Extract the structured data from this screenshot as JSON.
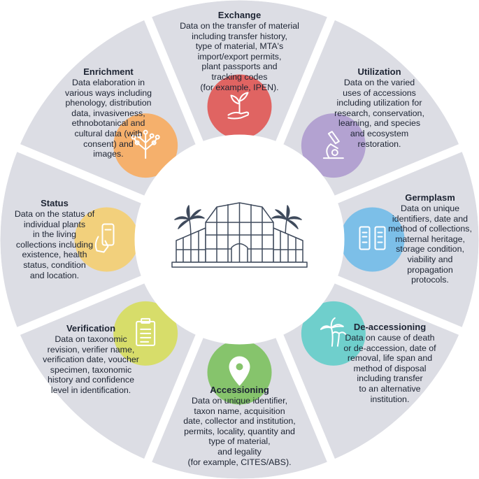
{
  "segments": [
    {
      "id": "exchange",
      "title": "Exchange",
      "lines": [
        "Data on the transfer of material",
        "including transfer history,",
        "type of material, MTA's",
        "import/export permits,",
        "plant passports and",
        "tracking codes",
        "(for example, IPEN)."
      ],
      "color": "#e06462",
      "icon": "hand-seedling-icon"
    },
    {
      "id": "utilization",
      "title": "Utilization",
      "lines": [
        "Data on the varied",
        "uses of accessions",
        "including utilization for",
        "research, conservation,",
        "learning, and species",
        "and ecosystem",
        "restoration."
      ],
      "color": "#b3a2d1",
      "icon": "microscope-icon"
    },
    {
      "id": "germplasm",
      "title": "Germplasm",
      "lines": [
        "Data on unique",
        "identifiers, date and",
        "method of collections,",
        "maternal heritage,",
        "storage condition,",
        "viability and",
        "propagation",
        "protocols."
      ],
      "color": "#7cbfe8",
      "icon": "seed-packets-icon"
    },
    {
      "id": "de-accessioning",
      "title": "De-accessioning",
      "lines": [
        "Data on cause of death",
        "or de-accession, date of",
        "removal, life span and",
        "method of disposal",
        "including transfer",
        "to an alternative",
        "institution."
      ],
      "color": "#6fcfcc",
      "icon": "palm-tree-icon"
    },
    {
      "id": "accessioning",
      "title": "Accessioning",
      "lines": [
        "Data on unique identifier,",
        "taxon name, acquisition",
        "date, collector and institution,",
        "permits, locality, quantity and",
        "type of material,",
        "and legality",
        "(for example, CITES/ABS)."
      ],
      "color": "#86c46c",
      "icon": "map-pin-icon"
    },
    {
      "id": "verification",
      "title": "Verification",
      "lines": [
        "Data on taxonomic",
        "revision, verifier name,",
        "verification date, voucher",
        "specimen, taxonomic",
        "history and confidence",
        "level in identification."
      ],
      "color": "#d7dd6a",
      "icon": "clipboard-icon"
    },
    {
      "id": "status",
      "title": "Status",
      "lines": [
        "Data on the status of",
        "individual plants",
        "in the living",
        "collections including",
        "existence, health",
        "status, condition",
        "and location."
      ],
      "color": "#f2d07c",
      "icon": "phone-in-hand-icon"
    },
    {
      "id": "enrichment",
      "title": "Enrichment",
      "lines": [
        "Data elaboration in",
        "various ways including",
        "phenology, distribution",
        "data, invasiveness,",
        "ethnobotanical and",
        "cultural data (with",
        "consent) and",
        "images."
      ],
      "color": "#f5b06c",
      "icon": "branching-tree-icon"
    }
  ],
  "colors": {
    "segment_fill": "#dcdde4",
    "gap": "#ffffff",
    "icon_stroke": "#ffffff",
    "center_stroke": "#3f4a5c"
  },
  "center_icon": "greenhouse-icon"
}
